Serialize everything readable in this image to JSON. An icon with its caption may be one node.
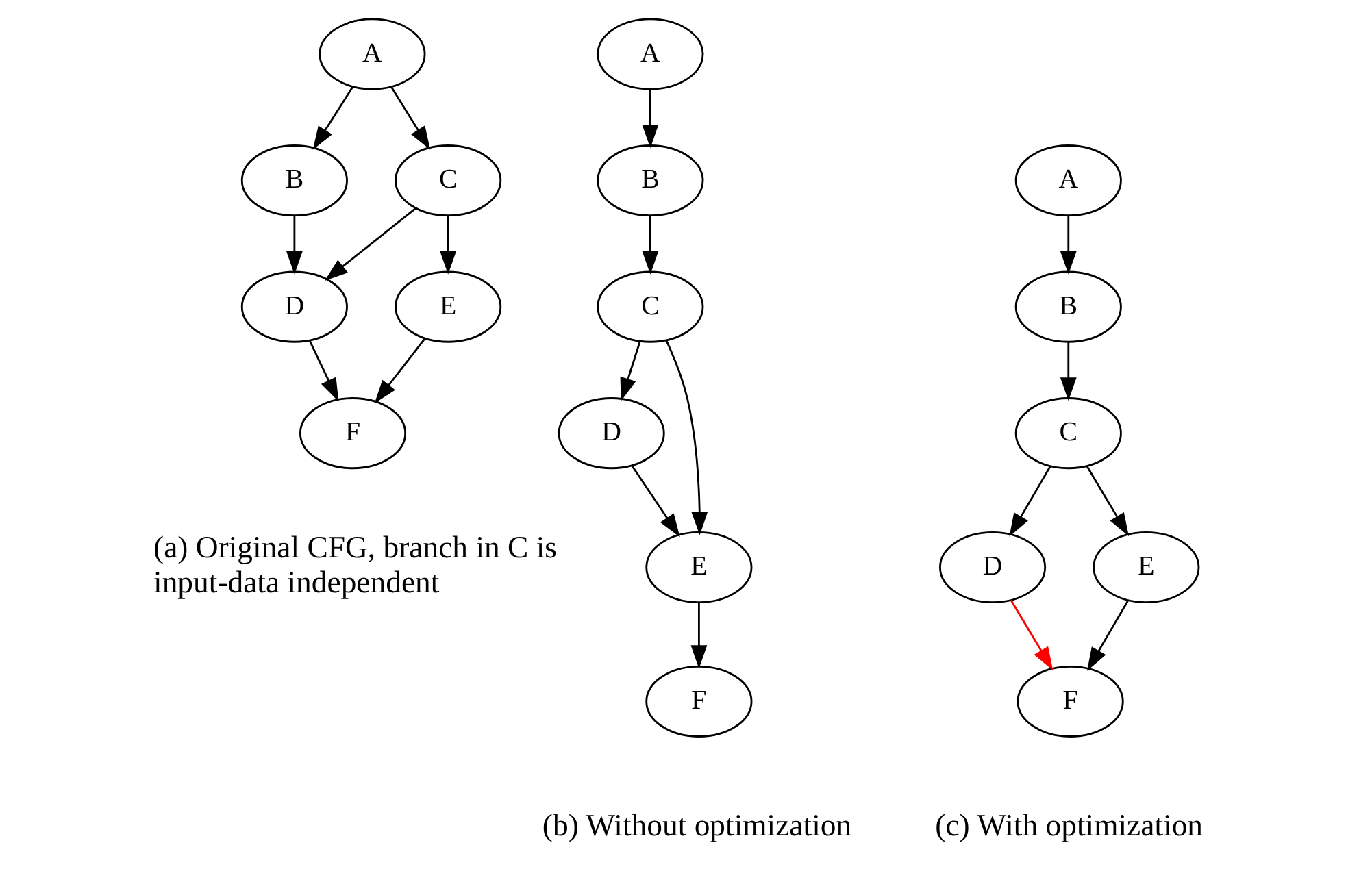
{
  "diagram": {
    "nodes": [
      {
        "text": [
          "A"
        ]
      },
      {
        "text": [
          "B"
        ]
      },
      {
        "text": [
          "C"
        ]
      },
      {
        "text": [
          "D"
        ]
      },
      {
        "text": [
          "E"
        ]
      },
      {
        "text": [
          "F"
        ]
      },
      {
        "text": [
          "A"
        ]
      },
      {
        "text": [
          "B"
        ]
      },
      {
        "text": [
          "C"
        ]
      },
      {
        "text": [
          "D"
        ]
      },
      {
        "text": [
          "E"
        ]
      },
      {
        "text": [
          "F"
        ]
      },
      {
        "text": [
          "A"
        ]
      },
      {
        "text": [
          "B"
        ]
      },
      {
        "text": [
          "C"
        ]
      },
      {
        "text": [
          "D"
        ]
      },
      {
        "text": [
          "E"
        ]
      },
      {
        "text": [
          "F"
        ]
      }
    ],
    "edges": [
      {
        "from": 0,
        "to": 1,
        "arrow": "to"
      },
      {
        "from": 0,
        "to": 2,
        "arrow": "to"
      },
      {
        "from": 1,
        "to": 3,
        "arrow": "to"
      },
      {
        "from": 2,
        "to": 3,
        "arrow": "to"
      },
      {
        "from": 2,
        "to": 4,
        "arrow": "to"
      },
      {
        "from": 3,
        "to": 5,
        "arrow": "to"
      },
      {
        "from": 4,
        "to": 5,
        "arrow": "to"
      },
      {
        "from": 6,
        "to": 7,
        "arrow": "to"
      },
      {
        "from": 7,
        "to": 8,
        "arrow": "to"
      },
      {
        "from": 8,
        "to": 9,
        "arrow": "to"
      },
      {
        "from": 8,
        "to": 10,
        "arrow": "to"
      },
      {
        "from": 9,
        "to": 10,
        "arrow": "to"
      },
      {
        "from": 10,
        "to": 11,
        "arrow": "to"
      },
      {
        "from": 12,
        "to": 13,
        "arrow": "to"
      },
      {
        "from": 13,
        "to": 14,
        "arrow": "to"
      },
      {
        "from": 14,
        "to": 15,
        "arrow": "to"
      },
      {
        "from": 14,
        "to": 16,
        "arrow": "to"
      },
      {
        "from": 15,
        "to": 17,
        "arrow": "to",
        "color": "#ff0000"
      },
      {
        "from": 16,
        "to": 17,
        "arrow": "to"
      }
    ],
    "labels": [
      "(a) Original CFG, branch in C is input-data independent",
      "(b) Without optimization",
      "(c) With optimization"
    ]
  }
}
